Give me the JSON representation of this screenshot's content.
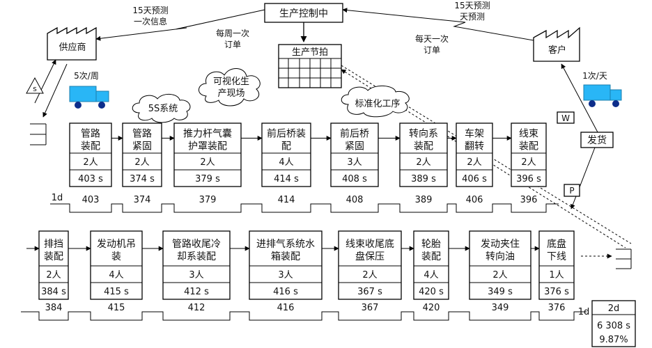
{
  "control": {
    "title": "生产控制中",
    "pitch_label": "生产节拍"
  },
  "supplier": {
    "name": "供应商",
    "freq": "5次/周",
    "signal": "s"
  },
  "customer": {
    "name": "客户",
    "freq": "1次/天"
  },
  "info": {
    "sup_forecast": [
      "15天预测",
      "一次信息"
    ],
    "sup_order": [
      "每周一次",
      "订单"
    ],
    "cust_forecast": [
      "15天预测",
      "天预测"
    ],
    "cust_order": [
      "每天一次",
      "订单"
    ]
  },
  "kaizen": {
    "visual": [
      "可视化生",
      "产现场"
    ],
    "fives": "5S系统",
    "std": "标准化工序"
  },
  "shipping": {
    "label": "发货",
    "w": "W",
    "p": "P"
  },
  "row1": [
    {
      "name": [
        "管路",
        "装配"
      ],
      "people": "2人",
      "time": "403 s",
      "ct": "403"
    },
    {
      "name": [
        "管路",
        "紧固"
      ],
      "people": "2人",
      "time": "374 s",
      "ct": "374"
    },
    {
      "name": [
        "推力杆气囊",
        "护罩装配"
      ],
      "people": "2人",
      "time": "379 s",
      "ct": "379"
    },
    {
      "name": [
        "前后桥装",
        "配"
      ],
      "people": "4人",
      "time": "414 s",
      "ct": "414"
    },
    {
      "name": [
        "前后桥",
        "紧固"
      ],
      "people": "3人",
      "time": "408 s",
      "ct": "408"
    },
    {
      "name": [
        "转向系",
        "装配"
      ],
      "people": "2人",
      "time": "389 s",
      "ct": "389"
    },
    {
      "name": [
        "车架",
        "翻转"
      ],
      "people": "2人",
      "time": "406 s",
      "ct": "406"
    },
    {
      "name": [
        "线束",
        "装配"
      ],
      "people": "2人",
      "time": "396 s",
      "ct": "396"
    }
  ],
  "row2": [
    {
      "name": [
        "排挡",
        "装配"
      ],
      "people": "2人",
      "time": "384 s",
      "ct": "384"
    },
    {
      "name": [
        "发动机吊",
        "装"
      ],
      "people": "4人",
      "time": "415 s",
      "ct": "415"
    },
    {
      "name": [
        "管路收尾冷",
        "却系装配"
      ],
      "people": "3人",
      "time": "412 s",
      "ct": "412"
    },
    {
      "name": [
        "进排气系统水",
        "箱装配"
      ],
      "people": "3人",
      "time": "416 s",
      "ct": "416"
    },
    {
      "name": [
        "线束收尾底",
        "盘保压"
      ],
      "people": "2人",
      "time": "367 s",
      "ct": "367"
    },
    {
      "name": [
        "轮胎",
        "装配"
      ],
      "people": "4人",
      "time": "420 s",
      "ct": "420"
    },
    {
      "name": [
        "发动夹住",
        "转向油"
      ],
      "people": "2人",
      "time": "349 s",
      "ct": "349"
    },
    {
      "name": [
        "底盘",
        "下线"
      ],
      "people": "1人",
      "time": "376 s",
      "ct": "376"
    }
  ],
  "timeline": {
    "start": "1d",
    "end": "1d"
  },
  "summary": {
    "days": "2d",
    "total": "6 308 s",
    "ratio": "9.87%"
  }
}
